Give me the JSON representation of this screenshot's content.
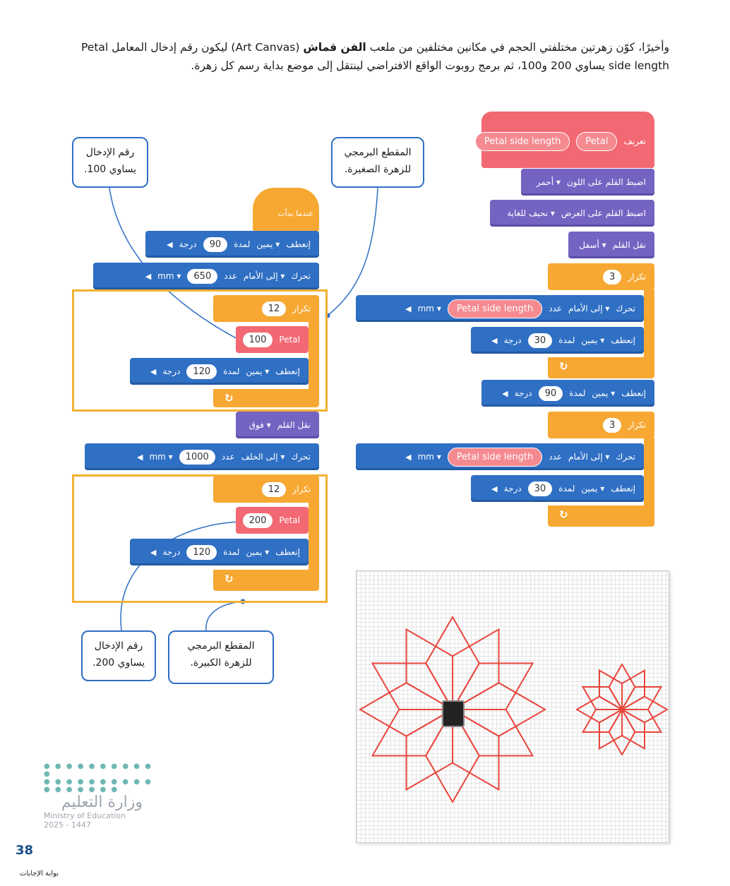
{
  "intro": {
    "p1": "وأخيرًا، كوّن زهرتين مختلفتي الحجم في مكانين مختلفين من ملعب",
    "p1_bold": "الفن قماش",
    "p1_rest": "(Art Canvas) ليكون رقم إدخال المعامل Petal",
    "line2": "side length يساوي 200 و100، ثم برمج روبوت الواقع الافتراضي لينتقل إلى موضع بداية رسم كل زهرة."
  },
  "callouts": {
    "input100": [
      "رقم الإدخال",
      "يساوي 100."
    ],
    "small_flower": [
      "المقطع البرمجي",
      "للزهرة الصغيرة."
    ],
    "input200": [
      "رقم الإدخال",
      "يساوي 200."
    ],
    "big_flower": [
      "المقطع البرمجي",
      "للزهرة الكبيرة."
    ]
  },
  "left_program": {
    "hat": "عندما بدأت",
    "turn1": {
      "cmd": "إنعطف",
      "dir": "يمين",
      "for": "لمدة",
      "val": "90",
      "unit": "درجة"
    },
    "move1": {
      "cmd": "تحرك",
      "dir": "إلى الأمام",
      "count": "عدد",
      "val": "650",
      "unit": "mm"
    },
    "repeat1": {
      "cmd": "تكرار",
      "val": "12"
    },
    "petal1": {
      "name": "Petal",
      "val": "100"
    },
    "turn2": {
      "cmd": "إنعطف",
      "dir": "يمين",
      "for": "لمدة",
      "val": "120",
      "unit": "درجة"
    },
    "penup": {
      "cmd": "نقل القلم",
      "pos": "فوق"
    },
    "move2": {
      "cmd": "تحرك",
      "dir": "إلى الخلف",
      "count": "عدد",
      "val": "1000",
      "unit": "mm"
    },
    "repeat2": {
      "cmd": "تكرار",
      "val": "12"
    },
    "petal2": {
      "name": "Petal",
      "val": "200"
    },
    "turn3": {
      "cmd": "إنعطف",
      "dir": "يمين",
      "for": "لمدة",
      "val": "120",
      "unit": "درجة"
    }
  },
  "right_program": {
    "define": {
      "cmd": "تعريف",
      "name": "Petal",
      "param": "Petal side length"
    },
    "pen_color": {
      "cmd": "اضبط القلم على اللون",
      "val": "أحمر"
    },
    "pen_width": {
      "cmd": "اضبط القلم على العرض",
      "val": "نحيف للغاية"
    },
    "pen_down": {
      "cmd": "نقل القلم",
      "pos": "أسفل"
    },
    "repeat1": {
      "cmd": "تكرار",
      "val": "3"
    },
    "move1": {
      "cmd": "تحرك",
      "dir": "إلى الأمام",
      "count": "عدد",
      "param": "Petal side length",
      "unit": "mm"
    },
    "turn1": {
      "cmd": "إنعطف",
      "dir": "يمين",
      "for": "لمدة",
      "val": "30",
      "unit": "درجة"
    },
    "turn2": {
      "cmd": "إنعطف",
      "dir": "يمين",
      "for": "لمدة",
      "val": "90",
      "unit": "درجة"
    },
    "repeat2": {
      "cmd": "تكرار",
      "val": "3"
    },
    "move2": {
      "cmd": "تحرك",
      "dir": "إلى الأمام",
      "count": "عدد",
      "param": "Petal side length",
      "unit": "mm"
    },
    "turn3": {
      "cmd": "إنعطف",
      "dir": "يمين",
      "for": "لمدة",
      "val": "30",
      "unit": "درجة"
    }
  },
  "footer": {
    "ministry_ar": "وزارة التعليم",
    "ministry_en": "Ministry of Education",
    "year": "2025 - 1447",
    "page": "38",
    "portal": "بوابة الإجابات"
  },
  "colors": {
    "motion": "#2f6fc4",
    "pen": "#7563c2",
    "control": "#f7a833",
    "myblock": "#f26973",
    "flower": "#e8463c",
    "frame": "#f2b233"
  }
}
